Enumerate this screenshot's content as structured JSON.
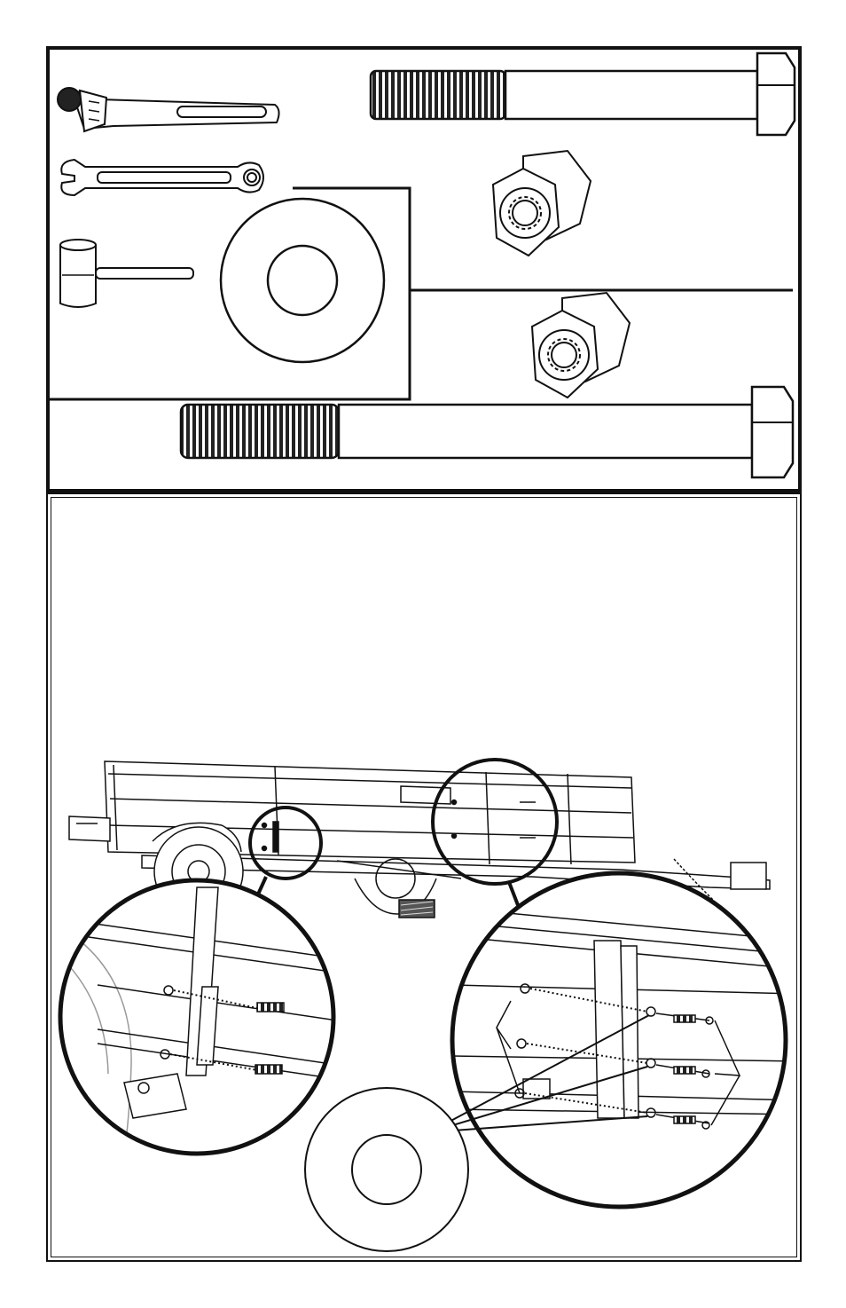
{
  "figure": {
    "tools": [
      "ratchet-icon",
      "wrench-icon",
      "mallet-icon"
    ],
    "hardware": [
      "short-bolt-icon",
      "long-bolt-icon",
      "lock-nut-icon",
      "flat-washer-icon"
    ],
    "assembly": [
      "utility-trailer",
      "detail-front-rail",
      "detail-rear-stake-pocket",
      "flat-washer-icon"
    ],
    "colors": {
      "line": "#111111",
      "background": "#ffffff",
      "wood_swatch": "#555555"
    }
  }
}
